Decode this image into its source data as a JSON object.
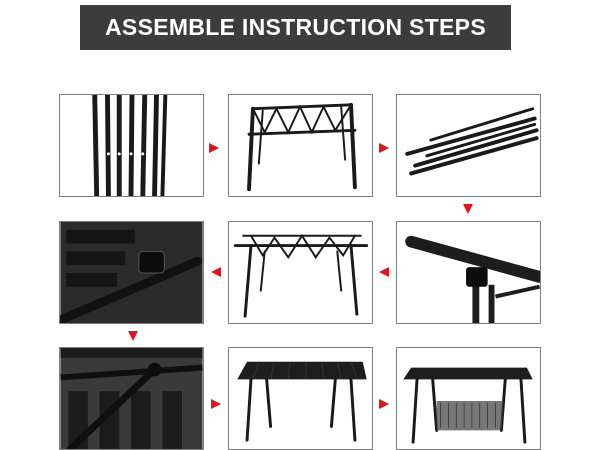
{
  "header": {
    "title": "ASSEMBLE INSTRUCTION STEPS"
  },
  "colors": {
    "banner_bg": "#3c3c3c",
    "banner_text": "#ffffff",
    "arrow": "#e0151c",
    "frame": "#1a1a1a",
    "panel_border": "#7f7f7f"
  },
  "steps": [
    {
      "step": 1,
      "icon": "folded-legs-icon"
    },
    {
      "step": 2,
      "icon": "unfolded-frame-icon"
    },
    {
      "step": 3,
      "icon": "support-rods-icon"
    },
    {
      "step": 4,
      "icon": "rod-clip-closeup-icon"
    },
    {
      "step": 5,
      "icon": "frame-with-rods-icon"
    },
    {
      "step": 6,
      "icon": "clip-attach-icon"
    },
    {
      "step": 7,
      "icon": "slat-underside-icon"
    },
    {
      "step": 8,
      "icon": "table-top-icon"
    },
    {
      "step": 9,
      "icon": "table-with-shelf-icon"
    }
  ],
  "flow_arrows": [
    {
      "from": 1,
      "to": 2,
      "direction": "right"
    },
    {
      "from": 2,
      "to": 3,
      "direction": "right"
    },
    {
      "from": 3,
      "to": 4,
      "direction": "down"
    },
    {
      "from": 4,
      "to": 5,
      "direction": "left"
    },
    {
      "from": 5,
      "to": 6,
      "direction": "left"
    },
    {
      "from": 6,
      "to": 7,
      "direction": "down"
    },
    {
      "from": 7,
      "to": 8,
      "direction": "right"
    },
    {
      "from": 8,
      "to": 9,
      "direction": "right"
    }
  ]
}
